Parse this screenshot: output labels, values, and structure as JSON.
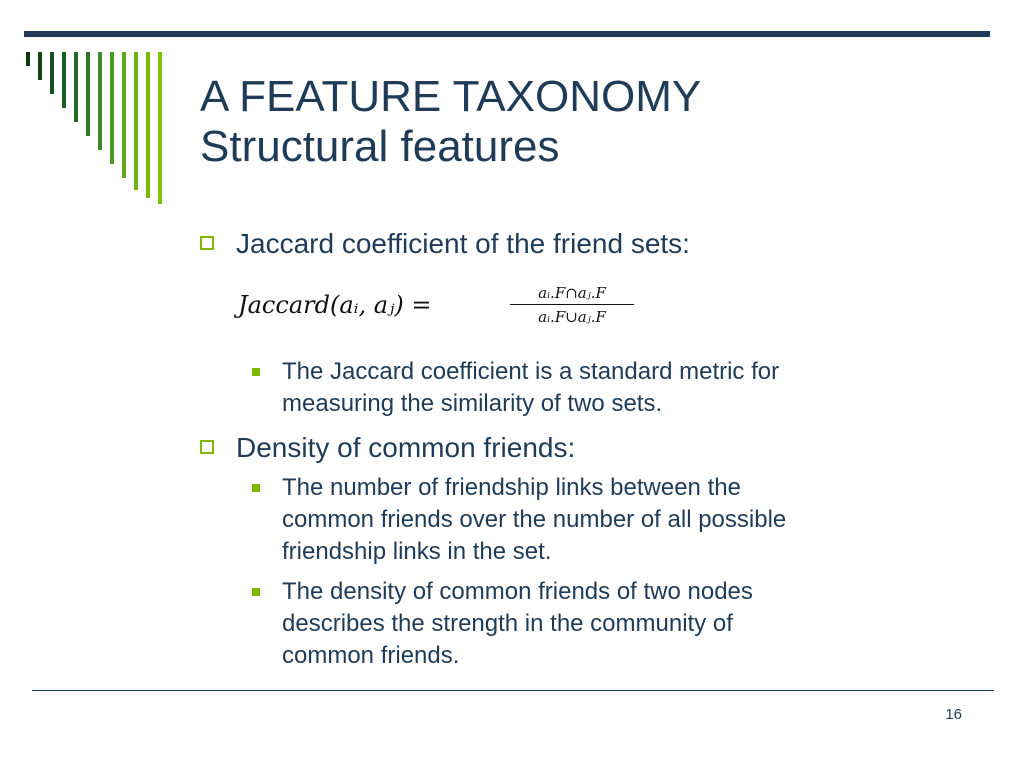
{
  "slide": {
    "title_line1": "A FEATURE TAXONOMY",
    "title_line2": "Structural features",
    "page_number": "16"
  },
  "bullets": {
    "jaccard": {
      "label": "Jaccard coefficient of the friend sets:",
      "formula_lhs": "Jaccard(aᵢ, aⱼ) =",
      "formula_numerator": "aᵢ.F∩aⱼ.F",
      "formula_denominator": "aᵢ.F∪aⱼ.F",
      "sub1_line1": "The Jaccard coefficient is a standard metric for",
      "sub1_line2": "measuring the similarity of two sets."
    },
    "density": {
      "label": "Density of common friends:",
      "sub1_line1": "The number of friendship links between the",
      "sub1_line2": "common friends over the number of all possible",
      "sub1_line3": "friendship links in the set.",
      "sub2_line1": "The density of common friends of two nodes",
      "sub2_line2": "describes the strength in the community of",
      "sub2_line3": "common friends."
    }
  },
  "colors": {
    "navy": "#1f3b57",
    "accent_green": "#7fba00"
  }
}
